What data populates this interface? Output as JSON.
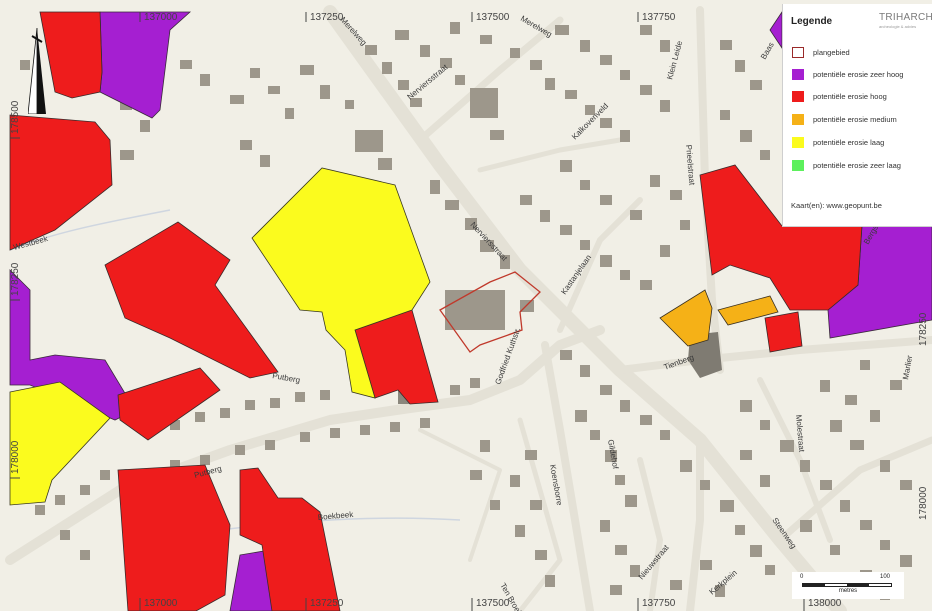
{
  "legend": {
    "title": "Legende",
    "brand": "TRIHARCH",
    "brand_sub": "archeologie & advies",
    "items": [
      {
        "label": "plangebied",
        "color": "#9a2a2a",
        "kind": "outline"
      },
      {
        "label": "potentiële erosie zeer hoog",
        "color": "#a51fd1",
        "kind": "fill"
      },
      {
        "label": "potentiële erosie hoog",
        "color": "#ee1c1c",
        "kind": "fill"
      },
      {
        "label": "potentiële erosie medium",
        "color": "#f5b117",
        "kind": "fill"
      },
      {
        "label": "potentiële erosie laag",
        "color": "#fbfb1e",
        "kind": "fill"
      },
      {
        "label": "potentiële erosie zeer laag",
        "color": "#5cf05c",
        "kind": "fill"
      }
    ],
    "source": "Kaart(en): www.geopunt.be"
  },
  "scalebar": {
    "start": "0",
    "end": "100",
    "unit": "metres"
  },
  "grid": {
    "top": [
      "137000",
      "137250",
      "137500",
      "137750"
    ],
    "bottom": [
      "137000",
      "137250",
      "137500",
      "137750",
      "138000"
    ],
    "left": [
      "178500",
      "178250",
      "178000"
    ],
    "right": [
      "178250",
      "178000"
    ]
  },
  "streets": {
    "merelweg": "Merelweg",
    "nerviersstraat_a": "Nerviersstraat",
    "nerviersstraat_b": "Nerviersstraat",
    "kalkovenveld": "Kalkovenveld",
    "kleinbeek": "Klein Leide",
    "priestraat": "Prieelstraat",
    "kastanjelaan": "Kastanjelaan",
    "putberg_a": "Putberg",
    "putberg_b": "Putberg",
    "godfried": "Godfried Kuthstr.",
    "tienberg": "Tienberg",
    "gildehof": "Gildehof",
    "koensborre": "Koensborre",
    "nieuwstraat": "Nieuwstraat",
    "kerkplein": "Kerkplein",
    "steenweg": "Steenweg",
    "molestraat": "Molestraat",
    "marlier": "Marlier",
    "tenbroek": "Ten Broek",
    "westbeek": "Westbeek",
    "boekbeek": "Boekbeek",
    "bergstraat": "Bergstraat",
    "baas": "Baas"
  },
  "colors": {
    "background": "#f1efe6",
    "building": "#9d978b",
    "road": "#e4e1d6",
    "erosion_very_high": "#a51fd1",
    "erosion_high": "#ee1c1c",
    "erosion_medium": "#f5b117",
    "erosion_low": "#fbfb1e",
    "plangebied": "#c0392b"
  }
}
